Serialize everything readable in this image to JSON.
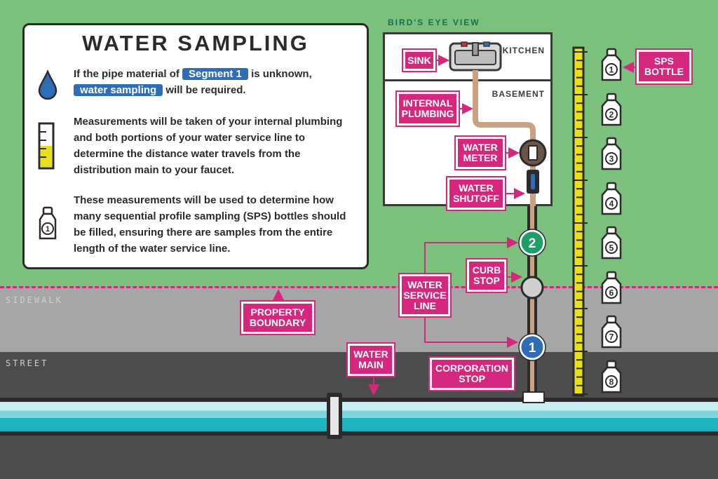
{
  "title": "WATER SAMPLING",
  "birds_eye": "BIRD'S EYE VIEW",
  "info": {
    "para1_a": "If the pipe material of",
    "segment_tag": "Segment 1",
    "para1_b": "is unknown,",
    "sampling_tag": "water sampling",
    "para1_c": "will be required.",
    "para2": "Measurements will be taken of your internal plumbing and both portions of your water service line to determine the distance water travels from the distribution main to your faucet.",
    "para3": "These measurements will be used to determine how many sequential profile sampling (SPS) bottles should be filled, ensuring there are samples from the entire length of the water service line."
  },
  "rooms": {
    "kitchen": "KITCHEN",
    "basement": "BASEMENT"
  },
  "labels": {
    "sink": "SINK",
    "internal_plumbing": "INTERNAL PLUMBING",
    "water_meter": "WATER METER",
    "water_shutoff": "WATER SHUTOFF",
    "curb_stop": "CURB STOP",
    "water_service_line": "WATER SERVICE LINE",
    "property_boundary": "PROPERTY BOUNDARY",
    "water_main": "WATER MAIN",
    "corporation_stop": "CORPORATION STOP",
    "sps_bottle": "SPS BOTTLE"
  },
  "lanes": {
    "sidewalk": "SIDEWALK",
    "street": "STREET"
  },
  "segments": [
    "1",
    "2"
  ],
  "bottles": [
    "1",
    "2",
    "3",
    "4",
    "5",
    "6",
    "7",
    "8"
  ],
  "colors": {
    "magenta": "#d6277f",
    "grass": "#7cc07e",
    "blue": "#2f6db6",
    "green": "#1e9e6a",
    "ruler": "#e9e01a"
  }
}
